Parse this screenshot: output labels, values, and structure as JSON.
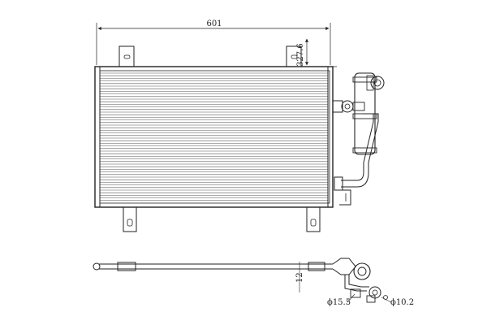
{
  "dimensions": {
    "overall_width": "601",
    "core_height": "327.6",
    "side_thickness": "12",
    "pipe_diameter_large": "ϕ15.5",
    "pipe_diameter_small": "ϕ10.2"
  },
  "colors": {
    "line": "#222222",
    "fin": "#555555",
    "background": "#ffffff"
  }
}
